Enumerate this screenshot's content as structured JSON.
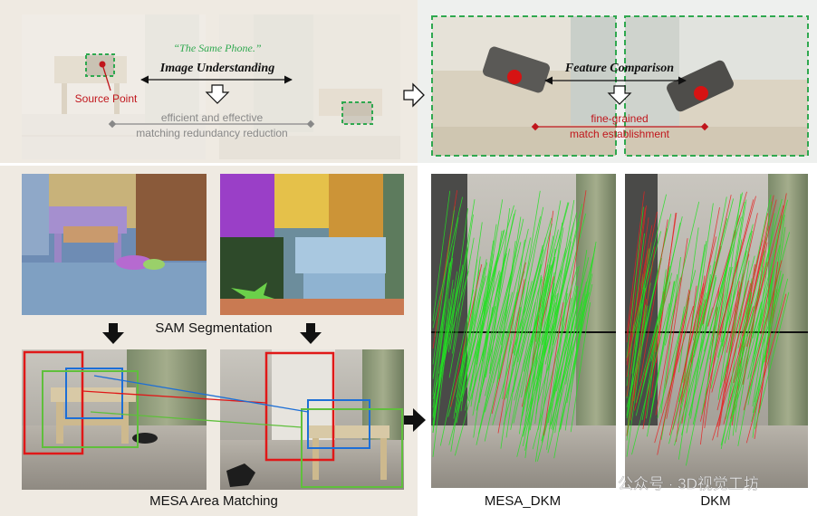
{
  "top": {
    "quote": "“The Same Phone.”",
    "image_understanding": "Image Understanding",
    "source_point": "Source Point",
    "efficient_line1": "efficient and effective",
    "efficient_line2": "matching redundancy reduction",
    "feature_comparison": "Feature Comparison",
    "fine_line1": "fine-grained",
    "fine_line2": "match establishment"
  },
  "bottom": {
    "sam_segmentation": "SAM Segmentation",
    "mesa_area_matching": "MESA Area Matching",
    "mesa_dkm": "MESA_DKM",
    "dkm": "DKM"
  },
  "watermark": "公众号 · 3D视觉工坊",
  "colors": {
    "green_dashed": "#2fa84f",
    "source_red": "#c0161c",
    "match_green": "#22e022",
    "match_red": "#e52222",
    "panel_bg": "#efeae2"
  }
}
